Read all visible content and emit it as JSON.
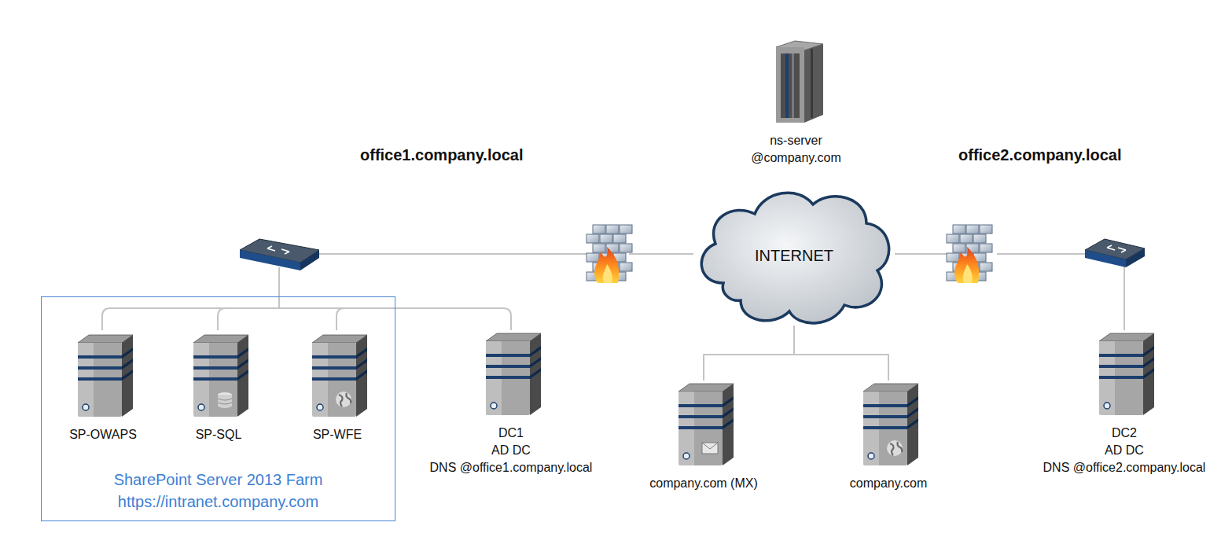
{
  "diagram": {
    "nodes": [
      {
        "text": [
          "ns-server",
          "@company.com"
        ]
      },
      {
        "text": [
          "SharePoint Server 2013 Farm",
          "https://intranet.company.com"
        ]
      },
      {
        "text": [
          "SP-OWAPS"
        ],
        "in": 1
      },
      {
        "text": [
          "SP-SQL"
        ],
        "in": 1
      },
      {
        "text": [
          "SP-WFE"
        ],
        "in": 1
      },
      {
        "text": [
          "DC1",
          "AD DC",
          "DNS @office1.company.local"
        ]
      },
      {
        "text": [
          "INTERNET"
        ]
      },
      {
        "text": [
          "company.com (MX)"
        ]
      },
      {
        "text": [
          "company.com"
        ]
      },
      {
        "text": [
          "DC2",
          "AD DC",
          "DNS @office2.company.local"
        ]
      }
    ],
    "edges": [
      {
        "from": 6,
        "to": 7,
        "arrow": "none"
      },
      {
        "from": 6,
        "to": 8,
        "arrow": "none"
      }
    ],
    "labels": [
      "office1.company.local",
      "office2.company.local"
    ]
  }
}
